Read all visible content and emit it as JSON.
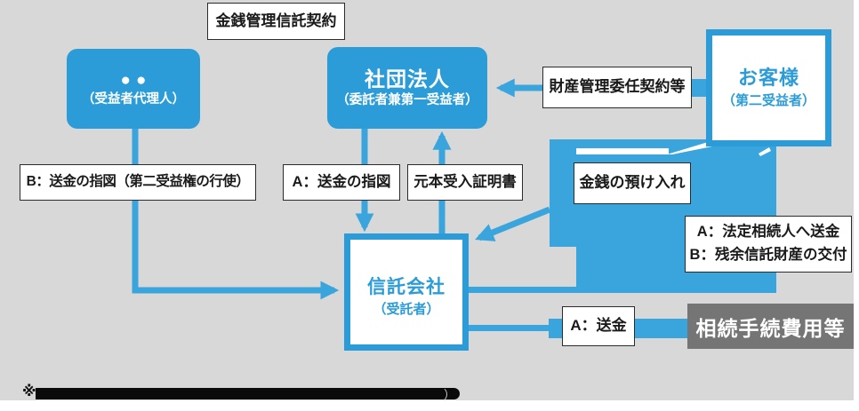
{
  "colors": {
    "background_gray": "#d8d8d8",
    "primary_blue": "#2b9cd7",
    "arrow_blue": "#3aa5dc",
    "gray_box": "#757575",
    "label_border": "#2b2b2b",
    "redaction_black": "#0a0a0a"
  },
  "top_label": "金銭管理信託契約",
  "nodes": {
    "agent": {
      "title": "●●",
      "subtitle": "（受益者代理人）"
    },
    "association": {
      "title": "社団法人",
      "subtitle": "（委託者兼第一受益者）"
    },
    "customer": {
      "title": "お客様",
      "subtitle": "（第二受益者）"
    },
    "trust": {
      "title": "信託会社",
      "subtitle": "（受託者）"
    },
    "costs": {
      "title": "相続手続費用等"
    }
  },
  "flow_labels": {
    "property_delegation": "財産管理委任契約等",
    "b_instruction": "B：送金の指図（第二受益権の行使）",
    "a_instruction": "A：送金の指図",
    "principal_certificate": "元本受入証明書",
    "deposit": "金銭の預け入れ",
    "ab_line1": "A：法定相続人へ送金",
    "ab_line2": "B：残余信託財産の交付",
    "a_remittance": "A：送金"
  },
  "note": {
    "marker": "※",
    "closing": "）"
  }
}
